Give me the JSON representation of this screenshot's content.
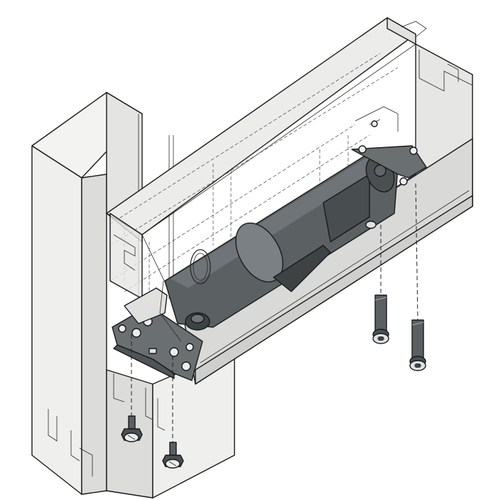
{
  "figure": {
    "parts": [
      "vertical-frame-profile",
      "horizontal-transom-profile",
      "concealed-door-closer",
      "mounting-bracket",
      "socket-head-screw",
      "hex-bolt"
    ],
    "colors": {
      "frame_face": "#efefed",
      "frame_side": "#dcdcda",
      "frame_shadow": "#c9c9c7",
      "translucent": "#e9e9e7",
      "closer_body": "#5b6063",
      "closer_dark": "#3d4245",
      "closer_light": "#7a8084",
      "bracket": "#6a6f72",
      "outline": "#1a1a1a"
    }
  }
}
